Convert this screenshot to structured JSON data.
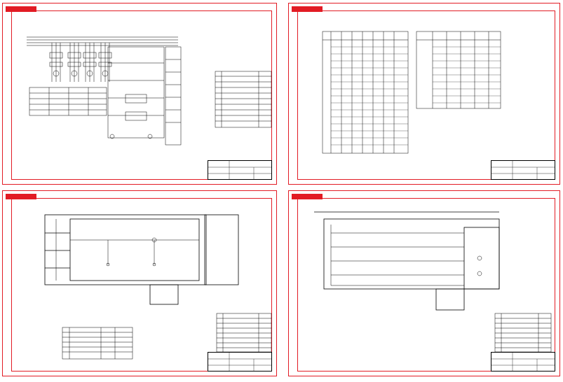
{
  "sheets": [
    {
      "id": "electrical-schematic",
      "stamp": "",
      "code": ""
    },
    {
      "id": "equipment-table",
      "stamp": "",
      "code": ""
    },
    {
      "id": "floor-plan-1",
      "stamp": "",
      "code": ""
    },
    {
      "id": "floor-plan-2",
      "stamp": "",
      "code": ""
    }
  ],
  "colors": {
    "frame": "#e21b24",
    "ink": "#000000",
    "paper": "#ffffff"
  }
}
